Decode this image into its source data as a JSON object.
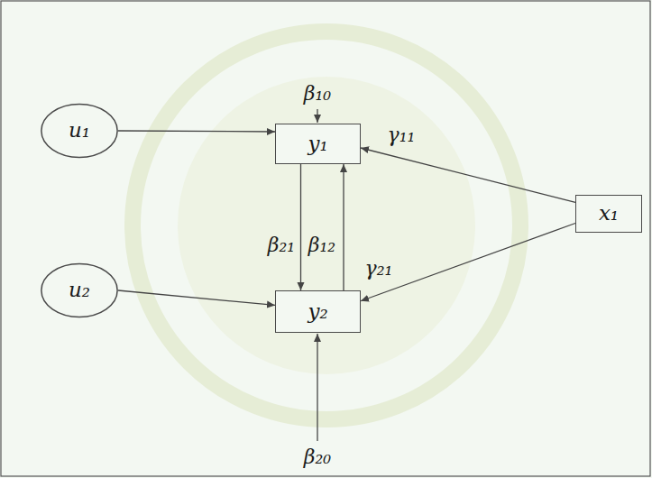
{
  "diagram": {
    "nodes": [
      {
        "text": [
          "u₁"
        ]
      },
      {
        "text": [
          "y₁"
        ]
      },
      {
        "text": [
          "x₁"
        ]
      },
      {
        "text": [
          "u₂"
        ]
      },
      {
        "text": [
          "y₂"
        ]
      }
    ],
    "edges": [
      {
        "from": 0,
        "to": 1,
        "arrow": "to"
      },
      {
        "from": 3,
        "to": 4,
        "arrow": "to"
      },
      {
        "from": 1,
        "to": 4,
        "label": "β₂₁",
        "arrow": "to"
      },
      {
        "from": 4,
        "to": 1,
        "label": "β₁₂",
        "arrow": "to"
      },
      {
        "from": 2,
        "to": 1,
        "label": "γ₁₁",
        "arrow": "to"
      },
      {
        "from": 2,
        "to": 4,
        "label": "γ₂₁",
        "arrow": "to"
      }
    ],
    "labels": [
      "β₁₀",
      "β₂₀"
    ]
  }
}
